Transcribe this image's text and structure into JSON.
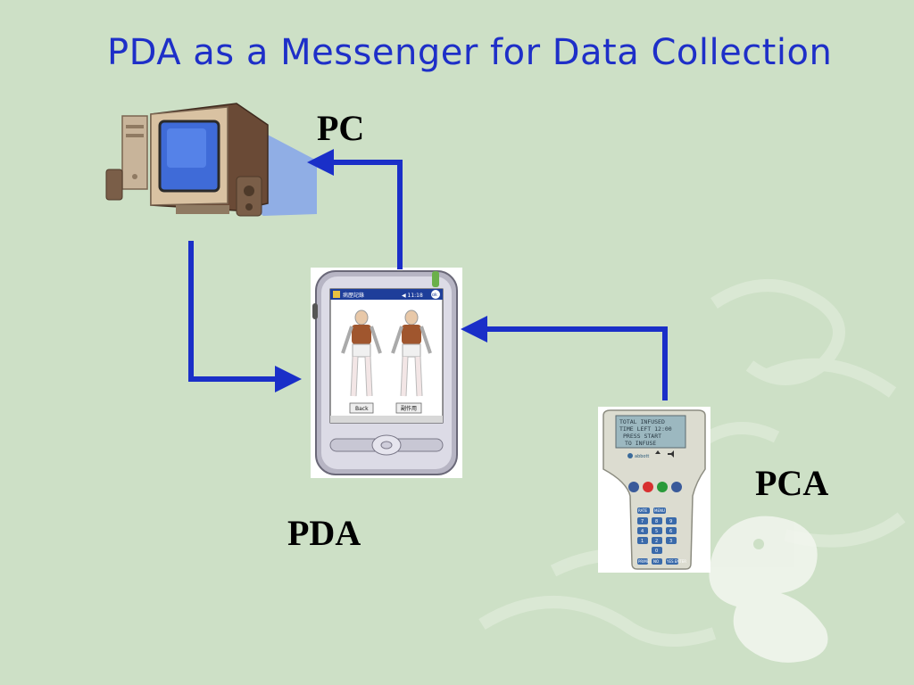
{
  "slide": {
    "title": "PDA as a Messenger for Data Collection"
  },
  "nodes": {
    "pc": {
      "label": "PC"
    },
    "pda": {
      "label": "PDA"
    },
    "pca": {
      "label": "PCA"
    }
  },
  "pda_screen": {
    "titlebar_app": "病歷記錄",
    "titlebar_time": "◀ 11:18",
    "titlebar_ok": "ok",
    "back_button": "Back",
    "side_button": "副作用"
  },
  "pca_screen": {
    "lcd_lines": [
      "TOTAL INFUSED",
      "TIME LEFT 12:00",
      "PRESS START",
      "TO INFUSE"
    ],
    "brand": "abbott",
    "keys": [
      "7",
      "8",
      "9",
      "4",
      "5",
      "6",
      "1",
      "2",
      "3",
      "0"
    ],
    "top_keys": [
      "RATE",
      "MENU"
    ],
    "bottom_keys": [
      "PRIME",
      "NO",
      "YES ENTER"
    ]
  },
  "colors": {
    "background": "#cde0c6",
    "title": "#1e2fc8",
    "arrow": "#1a2fc8"
  }
}
